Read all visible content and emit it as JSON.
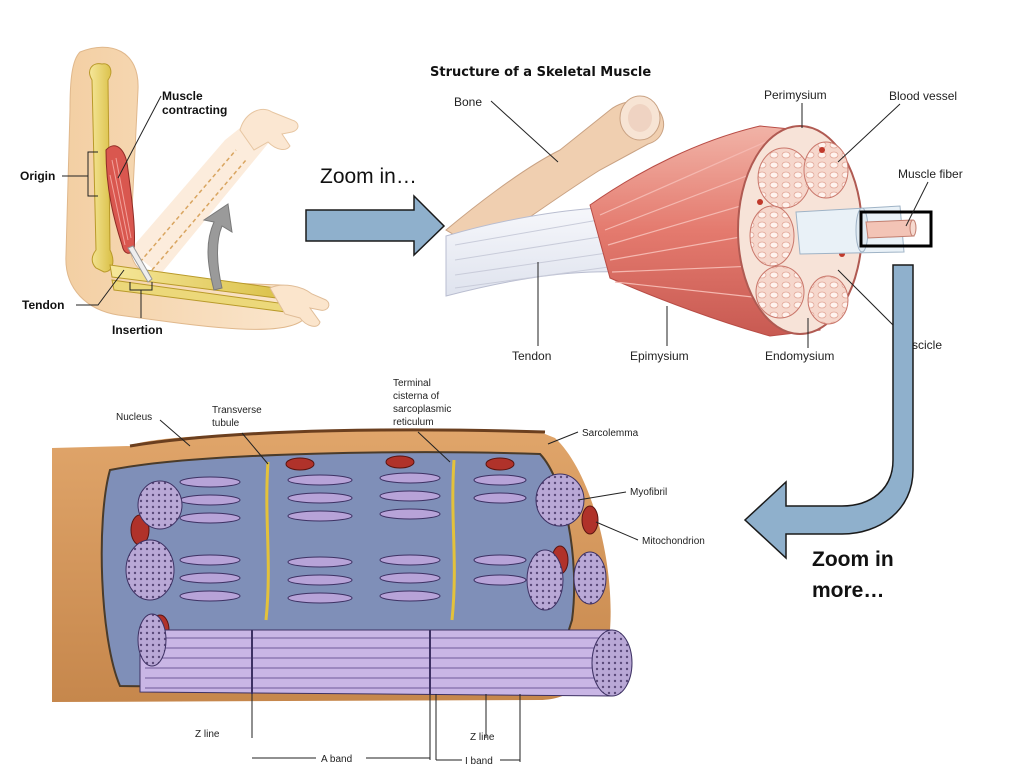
{
  "arm_panel": {
    "labels": {
      "muscle_contracting_1": "Muscle",
      "muscle_contracting_2": "contracting",
      "origin": "Origin",
      "tendon": "Tendon",
      "insertion": "Insertion"
    }
  },
  "arrows": {
    "zoom_in": "Zoom in…",
    "zoom_in_more_1": "Zoom in",
    "zoom_in_more_2": "more…"
  },
  "skeletal_panel": {
    "title": "Structure of a Skeletal Muscle",
    "labels": {
      "bone": "Bone",
      "perimysium": "Perimysium",
      "blood_vessel": "Blood vessel",
      "muscle_fiber": "Muscle fiber",
      "fascicle": "scicle",
      "tendon": "Tendon",
      "epimysium": "Epimysium",
      "endomysium": "Endomysium"
    }
  },
  "fiber_panel": {
    "labels": {
      "nucleus": "Nucleus",
      "transverse_1": "Transverse",
      "transverse_2": "tubule",
      "terminal_1": "Terminal",
      "terminal_2": "cisterna of",
      "terminal_3": "sarcoplasmic",
      "terminal_4": "reticulum",
      "sarcolemma": "Sarcolemma",
      "myofibril": "Myofibril",
      "mitochondrion": "Mitochondrion",
      "z_line_left": "Z line",
      "z_line_right": "Z line",
      "a_band": "A band",
      "i_band": "I band"
    }
  },
  "colors": {
    "arrow_fill": "#8fb0cc",
    "arrow_stroke": "#1a1a1a",
    "muscle_red": "#d9574f",
    "bone_yellow": "#e8d46a",
    "skin": "#f6dcbc",
    "fiber_skin": "#c98a4c",
    "sarcoplasm_blue": "#7f8fb8",
    "myofibril_purple": "#b7a3d8"
  }
}
